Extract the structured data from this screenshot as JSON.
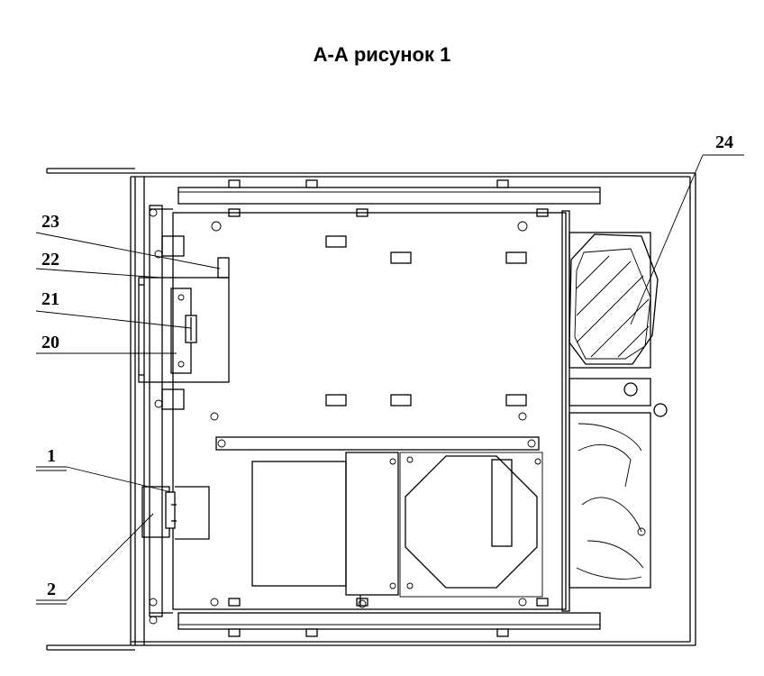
{
  "title": "А-А рисунок 1",
  "callouts": {
    "c1": "1",
    "c2": "2",
    "c20": "20",
    "c21": "21",
    "c22": "22",
    "c23": "23",
    "c24": "24"
  }
}
